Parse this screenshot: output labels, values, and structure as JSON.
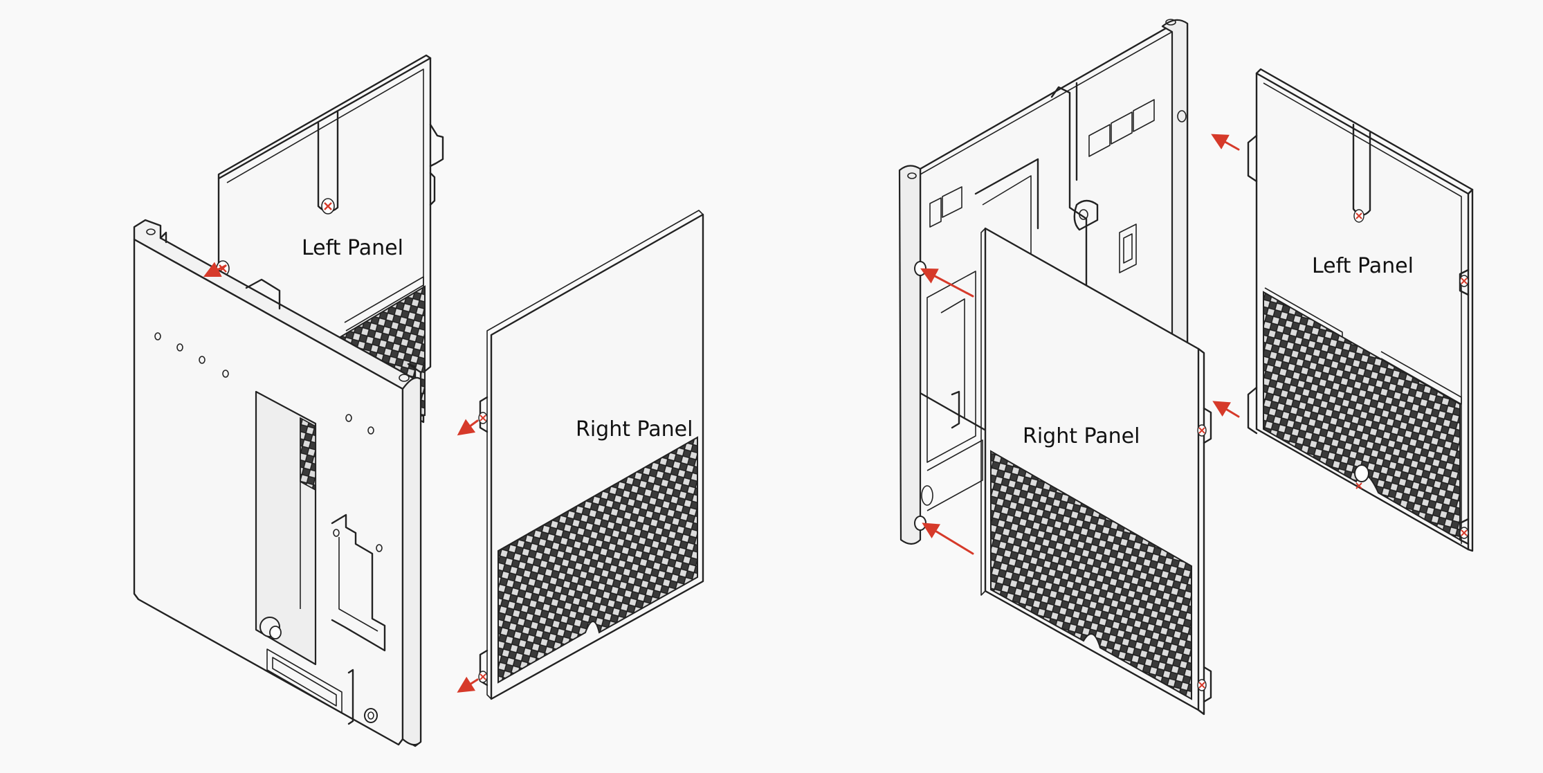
{
  "labels": {
    "left_view_left_panel": "Left Panel",
    "left_view_right_panel": "Right Panel",
    "right_view_right_panel": "Right Panel",
    "right_view_left_panel": "Left Panel"
  },
  "colors": {
    "background": "#f9f9f9",
    "line": "#222222",
    "accent_arrow": "#d63a2a",
    "mesh": "#3a3a3a"
  },
  "icons": {
    "screw_marker": "red-x-in-circle",
    "direction_arrow": "red-arrow"
  }
}
